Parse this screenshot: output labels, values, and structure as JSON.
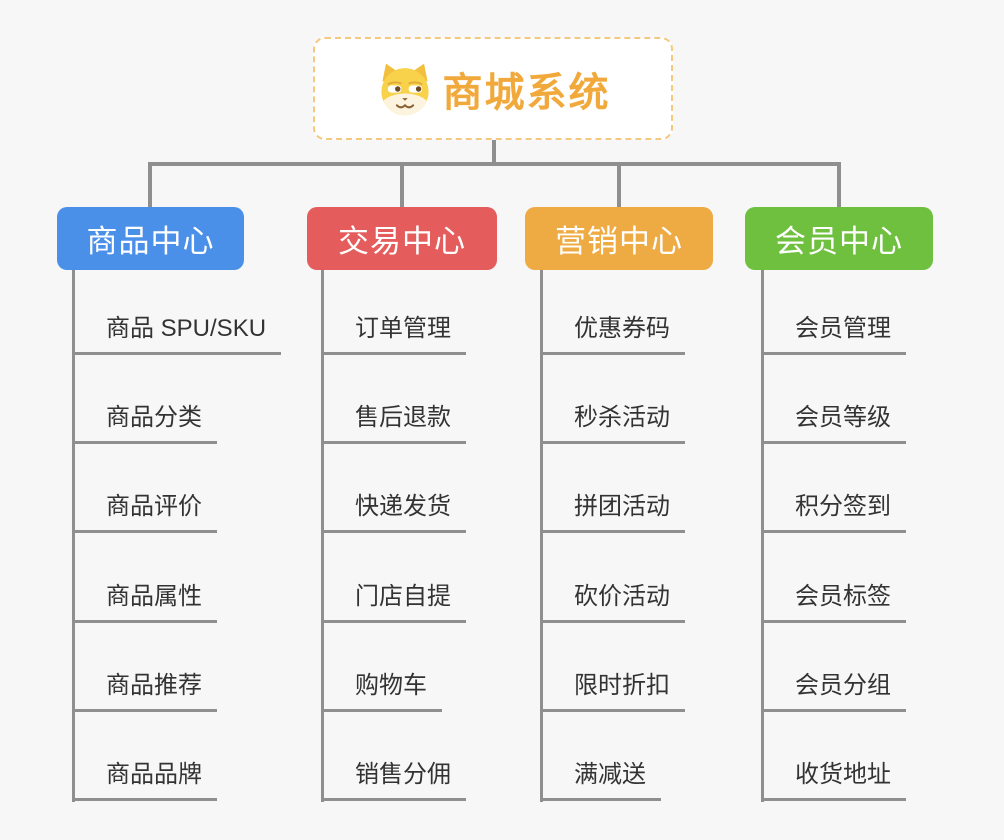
{
  "root": {
    "label": "商城系统",
    "icon": "dog-face-icon"
  },
  "branches": [
    {
      "label": "商品中心",
      "color": "#4a90e9",
      "children": [
        "商品 SPU/SKU",
        "商品分类",
        "商品评价",
        "商品属性",
        "商品推荐",
        "商品品牌"
      ]
    },
    {
      "label": "交易中心",
      "color": "#e55c5c",
      "children": [
        "订单管理",
        "售后退款",
        "快递发货",
        "门店自提",
        "购物车",
        "销售分佣"
      ]
    },
    {
      "label": "营销中心",
      "color": "#efab43",
      "children": [
        "优惠券码",
        "秒杀活动",
        "拼团活动",
        "砍价活动",
        "限时折扣",
        "满减送"
      ]
    },
    {
      "label": "会员中心",
      "color": "#6fc03f",
      "children": [
        "会员管理",
        "会员等级",
        "积分签到",
        "会员标签",
        "会员分组",
        "收货地址"
      ]
    }
  ],
  "colors": {
    "background": "#f7f7f7",
    "connector": "#8f8f8f",
    "leaf_text": "#333333",
    "leaf_underline": "#8f8f8f",
    "root_text": "#f2a93c",
    "root_border": "#f5c87f",
    "root_background": "#ffffff",
    "branch_text": "#ffffff"
  }
}
